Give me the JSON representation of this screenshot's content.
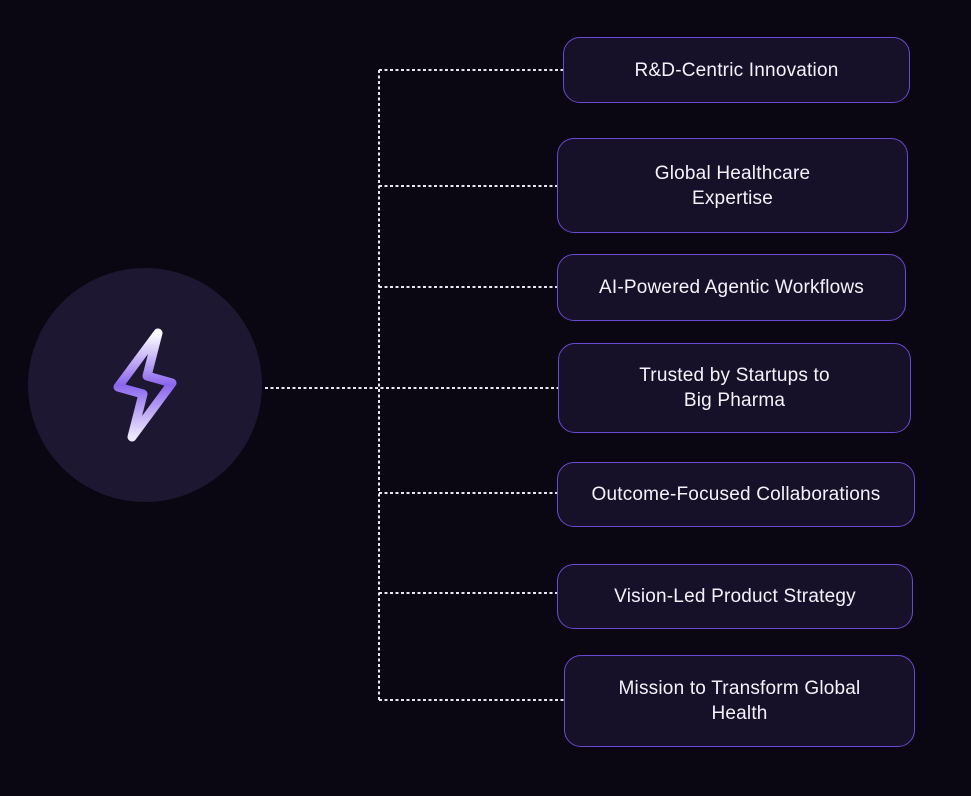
{
  "diagram": {
    "hub": {
      "icon": "lightning-bolt-icon"
    },
    "nodes": [
      {
        "label": "R&D-Centric Innovation"
      },
      {
        "label": "Global Healthcare Expertise"
      },
      {
        "label": "AI-Powered Agentic Workflows"
      },
      {
        "label": "Trusted by Startups to Big Pharma"
      },
      {
        "label": "Outcome-Focused Collaborations"
      },
      {
        "label": "Vision-Led Product Strategy"
      },
      {
        "label": "Mission to Transform Global Health"
      }
    ],
    "colors": {
      "background": "#0a0612",
      "node_fill": "#171029",
      "node_border": "#6a4ad0",
      "hub_fill": "#1d1732",
      "connector": "#e8e6f0",
      "text": "#f4f2fa",
      "bolt_gradient_top": "#ffffff",
      "bolt_gradient_mid": "#8b66ee",
      "bolt_gradient_bottom": "#ede9fb"
    }
  }
}
